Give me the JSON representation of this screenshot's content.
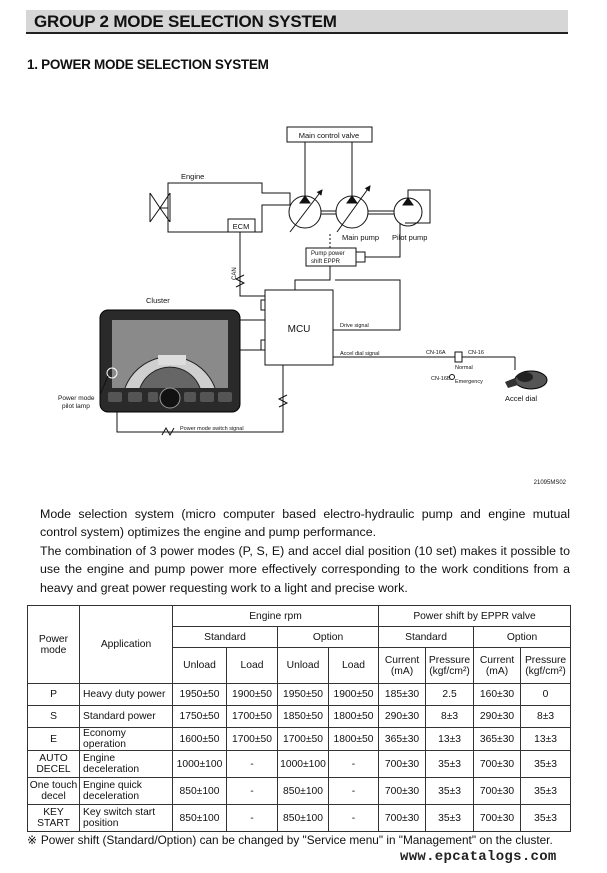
{
  "header": {
    "group_title": "GROUP  2  MODE SELECTION SYSTEM"
  },
  "section": {
    "title": "1. POWER MODE SELECTION SYSTEM"
  },
  "diagram": {
    "main_control_valve": "Main control valve",
    "engine": "Engine",
    "ecm": "ECM",
    "main_pump": "Main pump",
    "pilot_pump": "Pilot pump",
    "pump_power_eppr_line1": "Pump power",
    "pump_power_eppr_line2": "shift EPPR",
    "can": "CAN",
    "cluster": "Cluster",
    "mcu": "MCU",
    "drive_signal": "Drive signal",
    "accel_dial_signal": "Accel dial signal",
    "cn16a": "CN-16A",
    "cn16": "CN-16",
    "cn16b": "CN-16B",
    "normal": "Normal",
    "emergency": "Emergency",
    "accel_dial": "Accel dial",
    "power_mode_pilot_lamp_line1": "Power mode",
    "power_mode_pilot_lamp_line2": "pilot lamp",
    "power_mode_switch_signal": "Power mode switch signal",
    "figure_code": "21095MS02"
  },
  "paragraphs": {
    "p1": "Mode selection system (micro computer based electro-hydraulic pump and engine mutual control system) optimizes the engine and pump performance.",
    "p2": "The combination of 3 power modes (P, S, E) and accel dial position (10 set) makes it possible to use the engine and pump power more effectively corresponding to the work conditions from a heavy and great power requesting work to a light and precise work."
  },
  "table": {
    "headers": {
      "power_mode": "Power mode",
      "application": "Application",
      "engine_rpm": "Engine rpm",
      "power_shift": "Power shift by EPPR valve",
      "standard": "Standard",
      "option": "Option",
      "unload": "Unload",
      "load": "Load",
      "current": "Current (mA)",
      "pressure": "Pressure (kgf/cm²)"
    },
    "rows": [
      {
        "mode": "P",
        "application": "Heavy duty power",
        "std_unload": "1950±50",
        "std_load": "1900±50",
        "opt_unload": "1950±50",
        "opt_load": "1900±50",
        "std_current": "185±30",
        "std_pressure": "2.5",
        "opt_current": "160±30",
        "opt_pressure": "0"
      },
      {
        "mode": "S",
        "application": "Standard power",
        "std_unload": "1750±50",
        "std_load": "1700±50",
        "opt_unload": "1850±50",
        "opt_load": "1800±50",
        "std_current": "290±30",
        "std_pressure": "8±3",
        "opt_current": "290±30",
        "opt_pressure": "8±3"
      },
      {
        "mode": "E",
        "application": "Economy operation",
        "std_unload": "1600±50",
        "std_load": "1700±50",
        "opt_unload": "1700±50",
        "opt_load": "1800±50",
        "std_current": "365±30",
        "std_pressure": "13±3",
        "opt_current": "365±30",
        "opt_pressure": "13±3"
      },
      {
        "mode": "AUTO DECEL",
        "application": "Engine deceleration",
        "std_unload": "1000±100",
        "std_load": "-",
        "opt_unload": "1000±100",
        "opt_load": "-",
        "std_current": "700±30",
        "std_pressure": "35±3",
        "opt_current": "700±30",
        "opt_pressure": "35±3"
      },
      {
        "mode": "One touch decel",
        "application": "Engine quick deceleration",
        "std_unload": "850±100",
        "std_load": "-",
        "opt_unload": "850±100",
        "opt_load": "-",
        "std_current": "700±30",
        "std_pressure": "35±3",
        "opt_current": "700±30",
        "opt_pressure": "35±3"
      },
      {
        "mode": "KEY START",
        "application": "Key switch start position",
        "std_unload": "850±100",
        "std_load": "-",
        "opt_unload": "850±100",
        "opt_load": "-",
        "std_current": "700±30",
        "std_pressure": "35±3",
        "opt_current": "700±30",
        "opt_pressure": "35±3"
      }
    ]
  },
  "footnote": {
    "mark": "※",
    "text": "Power shift (Standard/Option) can be changed by \"Service menu\" in \"Management\" on the cluster."
  },
  "watermark": "www.epcatalogs.com"
}
